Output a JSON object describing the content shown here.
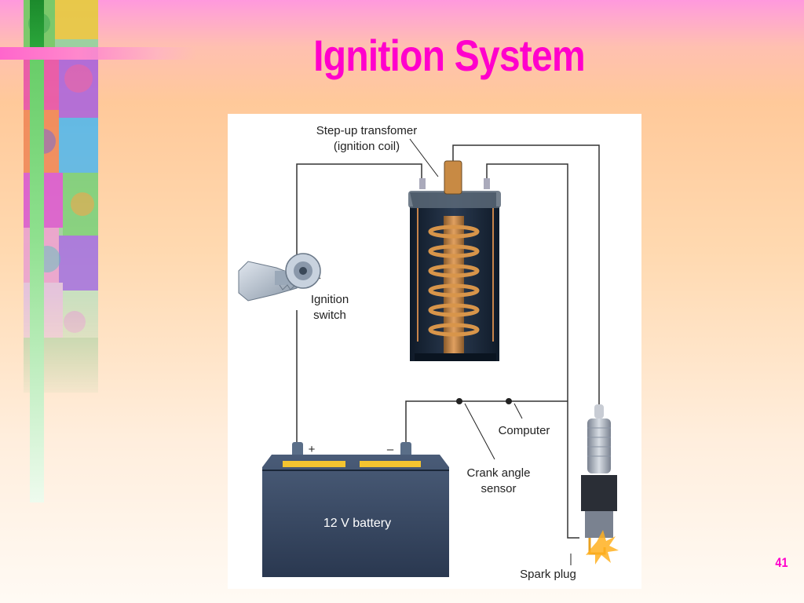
{
  "slide": {
    "title": "Ignition System",
    "page_number": "41"
  },
  "diagram": {
    "labels": {
      "transformer_line1": "Step-up transfomer",
      "transformer_line2": "(ignition coil)",
      "ignition_switch_line1": "Ignition",
      "ignition_switch_line2": "switch",
      "computer": "Computer",
      "crank_sensor_line1": "Crank angle",
      "crank_sensor_line2": "sensor",
      "battery": "12 V battery",
      "battery_plus": "+",
      "battery_minus": "–",
      "spark_plug": "Spark plug"
    }
  },
  "colors": {
    "title": "#ff00cc",
    "battery_body": "#3a4b63",
    "battery_terminal_strip": "#f4c430",
    "coil_copper": "#c98a4a",
    "coil_case": "#1d2a3a",
    "wire": "#333333"
  }
}
